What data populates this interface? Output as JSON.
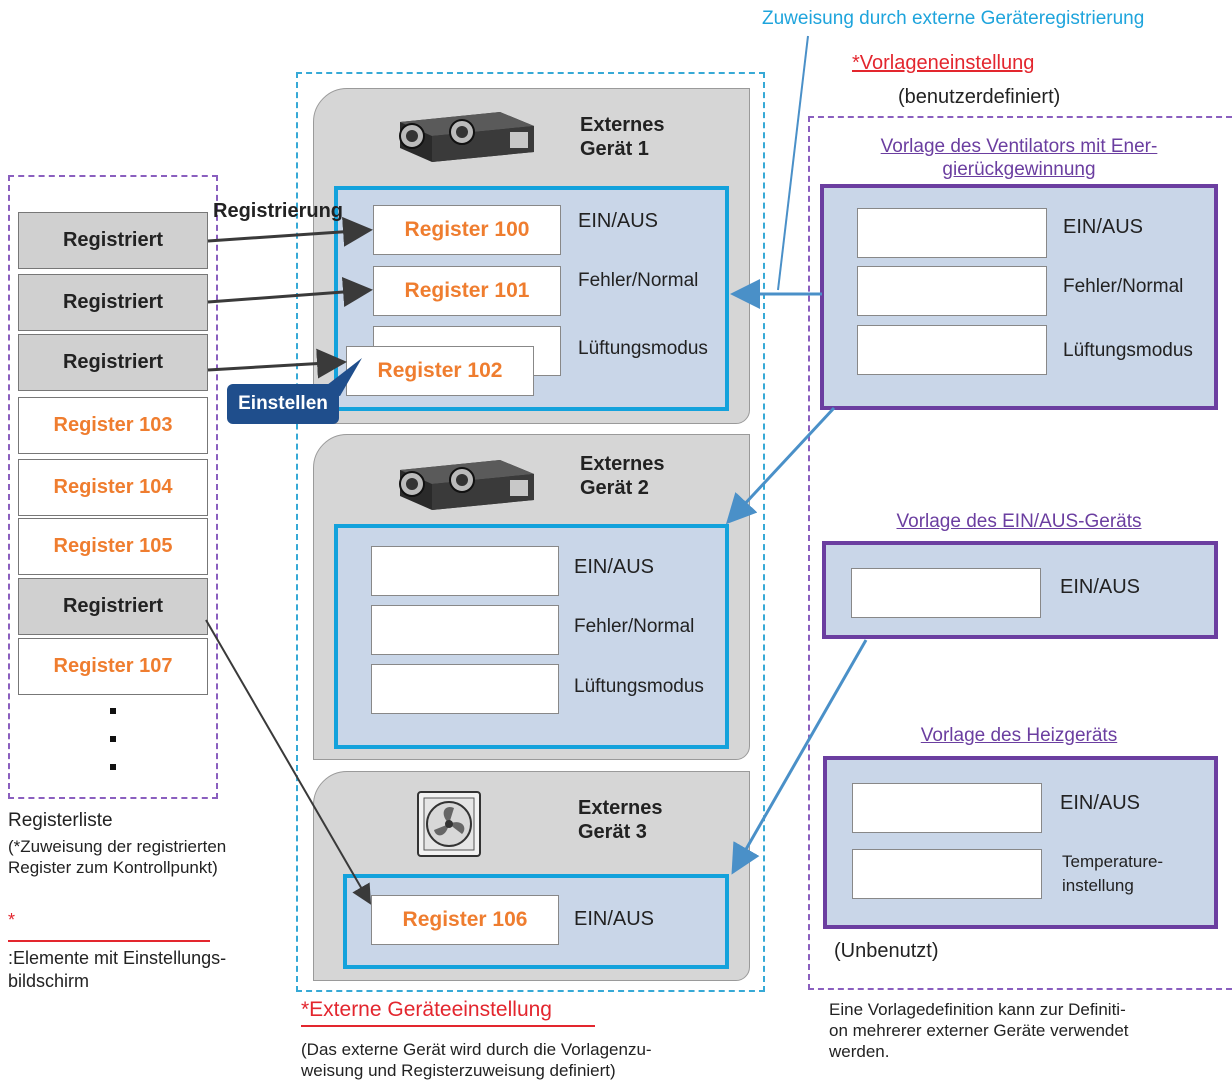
{
  "header": {
    "assignment_label": "Zuweisung durch externe Geräteregistrierung",
    "template_setting_label": "*Vorlageneinstellung",
    "template_setting_sub": "(benutzerdefiniert)"
  },
  "register_list": {
    "items": [
      {
        "label": "Registriert",
        "state": "registered"
      },
      {
        "label": "Registriert",
        "state": "registered"
      },
      {
        "label": "Registriert",
        "state": "registered"
      },
      {
        "label": "Register 103",
        "state": "free"
      },
      {
        "label": "Register 104",
        "state": "free"
      },
      {
        "label": "Register 105",
        "state": "free"
      },
      {
        "label": "Registriert",
        "state": "registered"
      },
      {
        "label": "Register 107",
        "state": "free"
      }
    ],
    "caption": "Registerliste",
    "caption_note_1": "(*Zuweisung der registrierten",
    "caption_note_2": "Register zum Kontrollpunkt)"
  },
  "legend": {
    "asterisk": "*",
    "text_1": ":Elemente mit Einstellungs-",
    "text_2": "bildschirm"
  },
  "arrow_labels": {
    "registration": "Registrierung",
    "set": "Einstellen"
  },
  "devices": [
    {
      "name_1": "Externes",
      "name_2": "Gerät 1",
      "icon": "ventilation-unit-icon",
      "slots": [
        {
          "value": "Register 100",
          "label": "EIN/AUS"
        },
        {
          "value": "Register 101",
          "label": "Fehler/Normal"
        },
        {
          "value": "Register 102",
          "label": "Lüftungsmodus"
        }
      ]
    },
    {
      "name_1": "Externes",
      "name_2": "Gerät 2",
      "icon": "ventilation-unit-icon",
      "slots": [
        {
          "value": "",
          "label": "EIN/AUS"
        },
        {
          "value": "",
          "label": "Fehler/Normal"
        },
        {
          "value": "",
          "label": "Lüftungsmodus"
        }
      ]
    },
    {
      "name_1": "Externes",
      "name_2": "Gerät 3",
      "icon": "exhaust-fan-icon",
      "slots": [
        {
          "value": "Register 106",
          "label": "EIN/AUS"
        }
      ]
    }
  ],
  "external_device_setting": {
    "title": "*Externe Geräteeinstellung",
    "note_1": "(Das externe Gerät wird durch die Vorlagenzu-",
    "note_2": "weisung und Registerzuweisung definiert)"
  },
  "templates": [
    {
      "title_1": "Vorlage des Ventilators mit Ener-",
      "title_2": "gierückgewinnung",
      "fields": [
        "EIN/AUS",
        "Fehler/Normal",
        "Lüftungsmodus"
      ]
    },
    {
      "title_1": "Vorlage des EIN/AUS-Geräts",
      "fields": [
        "EIN/AUS"
      ]
    },
    {
      "title_1": "Vorlage des Heizgeräts",
      "fields": [
        "EIN/AUS",
        "Temperature-",
        "instellung"
      ]
    }
  ],
  "unused_label": "(Unbenutzt)",
  "footer_note": {
    "line_1": "Eine Vorlagedefinition kann zur Definiti-",
    "line_2": "on mehrerer externer Geräte verwendet",
    "line_3": "werden."
  },
  "colors": {
    "orange": "#ef7d2f",
    "red": "#e3262e",
    "cyan": "#13a2dc",
    "purple": "#6b3ea0",
    "arrow_blue": "#4a90c8"
  }
}
